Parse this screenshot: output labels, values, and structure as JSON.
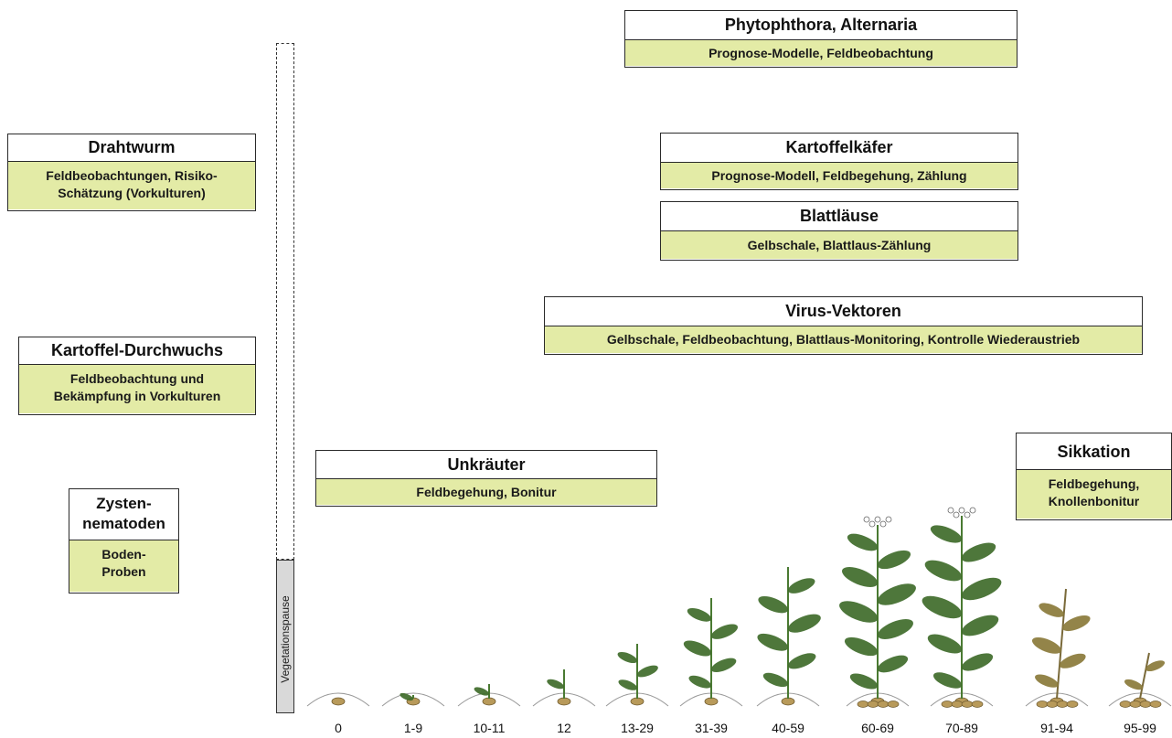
{
  "boxes": {
    "phytophthora": {
      "title": "Phytophthora, Alternaria",
      "desc": "Prognose-Modelle,  Feldbeobachtung"
    },
    "drahtwurm": {
      "title": "Drahtwurm",
      "desc_line1": "Feldbeobachtungen, Risiko-",
      "desc_line2": "Schätzung (Vorkulturen)"
    },
    "kartoffelkaefer": {
      "title": "Kartoffelkäfer",
      "desc": "Prognose-Modell, Feldbegehung, Zählung"
    },
    "blattlaeuse": {
      "title": "Blattläuse",
      "desc": "Gelbschale, Blattlaus-Zählung"
    },
    "virus": {
      "title": "Virus-Vektoren",
      "desc": "Gelbschale, Feldbeobachtung, Blattlaus-Monitoring, Kontrolle Wiederaustrieb"
    },
    "durchwuchs": {
      "title": "Kartoffel-Durchwuchs",
      "desc_line1": "Feldbeobachtung und",
      "desc_line2": "Bekämpfung in Vorkulturen"
    },
    "unkraeuter": {
      "title": "Unkräuter",
      "desc": "Feldbegehung, Bonitur"
    },
    "sikkation": {
      "title": "Sikkation",
      "desc_line1": "Feldbegehung,",
      "desc_line2": "Knollenbonitur"
    },
    "zysten": {
      "title_line1": "Zysten-",
      "title_line2": "nematoden",
      "desc_line1": "Boden-",
      "desc_line2": "Proben"
    }
  },
  "vegetation_pause": "Vegetationspause",
  "stages": [
    "0",
    "1-9",
    "10-11",
    "12",
    "13-29",
    "31-39",
    "40-59",
    "60-69",
    "70-89",
    "91-94",
    "95-99"
  ],
  "stage_growth": [
    0.0,
    0.02,
    0.08,
    0.16,
    0.3,
    0.55,
    0.72,
    0.95,
    1.0,
    0.6,
    0.25
  ],
  "colors": {
    "box_fill": "#e3eba6",
    "border": "#2a2a2a",
    "leaf": "#3f6b2a",
    "leaf_dry": "#8a7a3a",
    "tuber": "#b89a5a"
  }
}
